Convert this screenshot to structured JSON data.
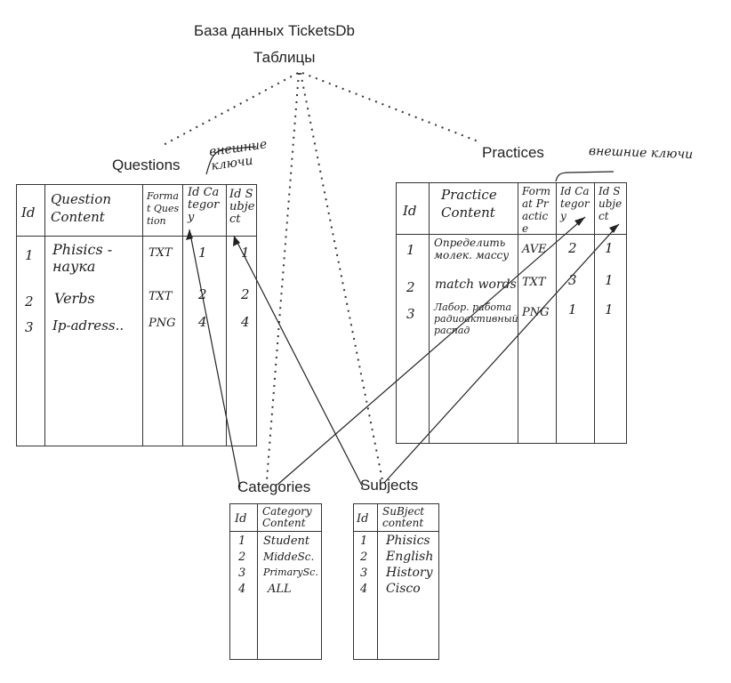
{
  "title": "База данных TicketsDb",
  "subtitle": "Таблицы",
  "fk_note_left": "внешние ключи",
  "fk_note_right": "внешние ключи",
  "questions": {
    "name": "Questions",
    "headers": [
      "Id",
      "Question Content",
      "Format Question",
      "Id Category",
      "Id Subject"
    ],
    "rows": [
      [
        "1",
        "Phisics - наука",
        "TXT",
        "1",
        "1"
      ],
      [
        "2",
        "Verbs",
        "TXT",
        "2",
        "2"
      ],
      [
        "3",
        "Ip-adress..",
        "PNG",
        "4",
        "4"
      ]
    ]
  },
  "practices": {
    "name": "Practices",
    "headers": [
      "Id",
      "Practice Content",
      "Format Practice",
      "Id Category",
      "Id Subject"
    ],
    "rows": [
      [
        "1",
        "Определить молек. массу",
        "AVE",
        "2",
        "1"
      ],
      [
        "2",
        "match words",
        "TXT",
        "3",
        "1"
      ],
      [
        "3",
        "Лабор. работа радиоактивный распад",
        "PNG",
        "1",
        "1"
      ]
    ]
  },
  "categories": {
    "name": "Categories",
    "headers": [
      "Id",
      "Category Content"
    ],
    "rows": [
      [
        "1",
        "Student"
      ],
      [
        "2",
        "MiddeSc."
      ],
      [
        "3",
        "PrimarySc."
      ],
      [
        "4",
        "ALL"
      ]
    ]
  },
  "subjects": {
    "name": "Subjects",
    "headers": [
      "Id",
      "SuBject content"
    ],
    "rows": [
      [
        "1",
        "Phisics"
      ],
      [
        "2",
        "English"
      ],
      [
        "3",
        "History"
      ],
      [
        "4",
        "Cisco"
      ]
    ]
  },
  "colors": {
    "ink": "#1d1d1d",
    "paper": "#ffffff",
    "dots": "#333333"
  }
}
